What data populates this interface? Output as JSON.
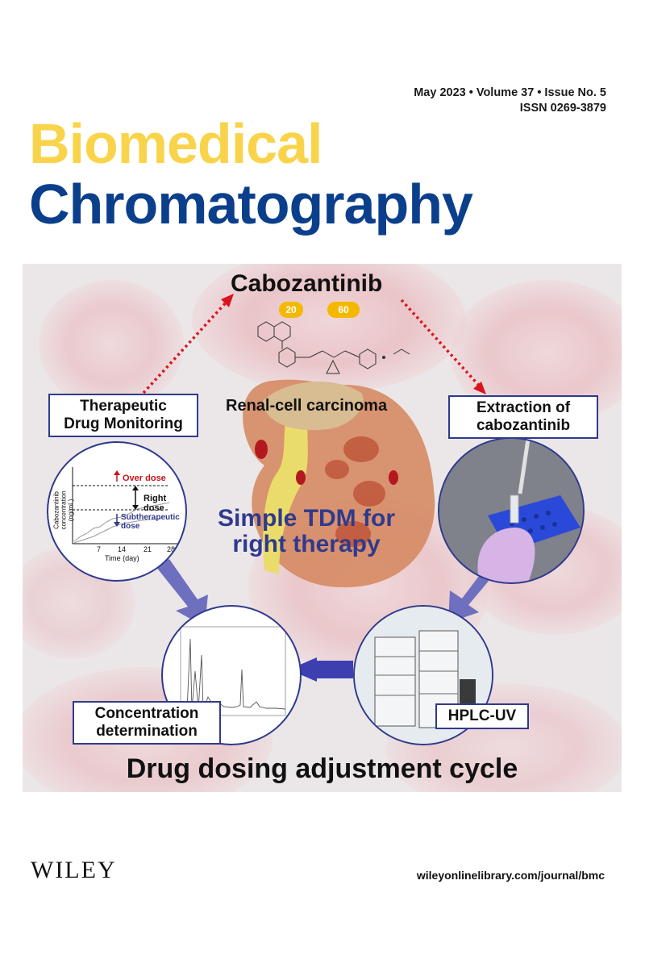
{
  "issue": {
    "line1": "May 2023 • Volume 37 • Issue No. 5",
    "line2": "ISSN 0269-3879"
  },
  "journal": {
    "title_line1": "Biomedical",
    "title_line2": "Chromatography",
    "title_color1": "#f9d44a",
    "title_color2": "#0b3f8c"
  },
  "cover_art": {
    "compound": "Cabozantinib",
    "badge_1": "20",
    "badge_2": "60",
    "disease": "Renal-cell carcinoma",
    "center_line1": "Simple TDM for",
    "center_line2": "right therapy",
    "tdm_label_line1": "Therapeutic",
    "tdm_label_line2": "Drug Monitoring",
    "extraction_line1": "Extraction of",
    "extraction_line2": "cabozantinib",
    "concentration_line1": "Concentration",
    "concentration_line2": "determination",
    "hplc_label": "HPLC-UV",
    "cycle_caption": "Drug dosing adjustment cycle",
    "tdm_plot": {
      "over_dose": "Over dose",
      "right_dose": "Right dose",
      "sub_dose": "Subtherapeutic dose",
      "ylabel_line1": "Cabozantinib",
      "ylabel_line2": "concentration (ng/mL)",
      "xlabel": "Time (day)",
      "ticks": [
        "7",
        "14",
        "21",
        "28"
      ]
    },
    "accent_color": "#2f3a8c",
    "arrow_color": "#6f6fc0"
  },
  "footer": {
    "publisher": "WILEY",
    "url": "wileyonlinelibrary.com/journal/bmc"
  }
}
